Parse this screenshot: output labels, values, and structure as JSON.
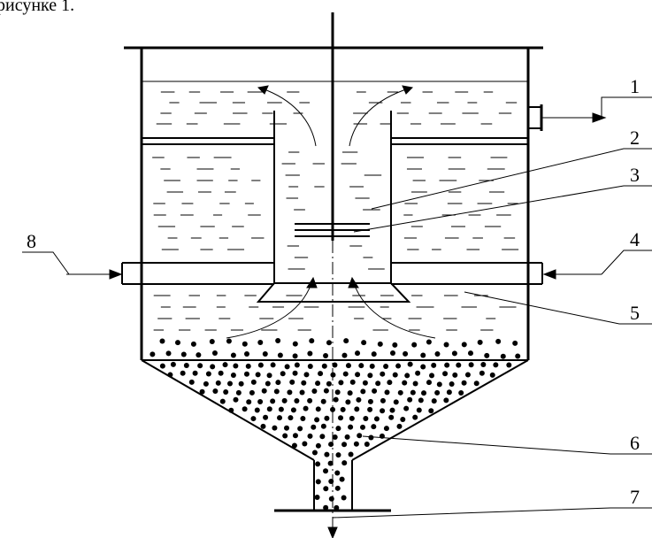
{
  "caption": "рисунке 1.",
  "labels": [
    "1",
    "2",
    "3",
    "4",
    "5",
    "6",
    "7",
    "8"
  ],
  "colors": {
    "stroke": "#000000",
    "background": "#ffffff"
  }
}
